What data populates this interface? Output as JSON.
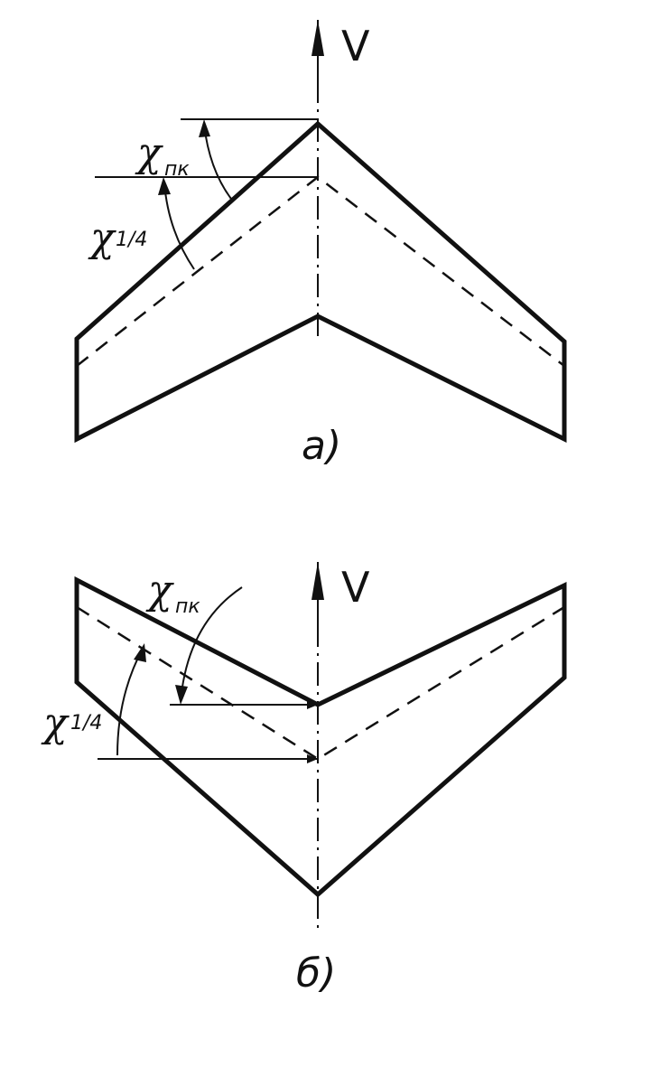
{
  "velocity_label": "V",
  "sweep_leading_edge": {
    "symbol": "χ",
    "subscript": "пк"
  },
  "sweep_quarter_chord": {
    "symbol": "χ",
    "subscript": "1/4"
  },
  "panels": [
    {
      "caption": "а)",
      "wing": "swept-back"
    },
    {
      "caption": "б)",
      "wing": "swept-forward"
    }
  ]
}
